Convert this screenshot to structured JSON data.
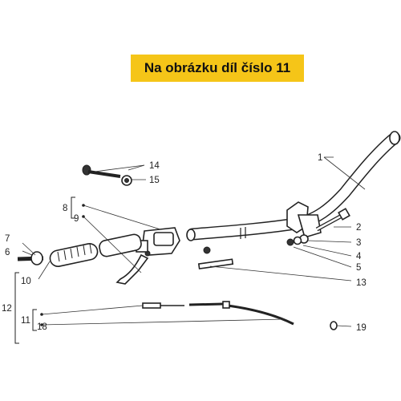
{
  "banner": {
    "text": "Na obrázku díl číslo 11",
    "background": "#f5c518"
  },
  "callouts": {
    "c1": "1",
    "c2": "2",
    "c3": "3",
    "c4": "4",
    "c5": "5",
    "c6": "6",
    "c7": "7",
    "c8": "8",
    "c9": "9",
    "c10": "10",
    "c11": "11",
    "c12": "12",
    "c13": "13",
    "c14": "14",
    "c15": "15",
    "c18": "18",
    "c19": "19"
  }
}
